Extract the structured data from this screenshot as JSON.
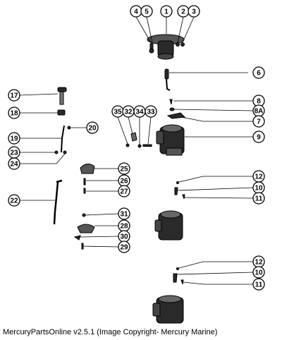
{
  "footer": "MercuryPartsOnline v2.5.1 (Image Copyright- Mercury Marine)",
  "callouts": [
    "4",
    "5",
    "1",
    "2",
    "3",
    "6",
    "17",
    "18",
    "8",
    "8A",
    "35",
    "32",
    "34",
    "33",
    "7",
    "20",
    "9",
    "19",
    "23",
    "24",
    "25",
    "26",
    "27",
    "12",
    "10",
    "22",
    "11",
    "31",
    "28",
    "30",
    "29",
    "12",
    "10",
    "11"
  ],
  "colors": {
    "ink": "#000000",
    "paper": "#ffffff",
    "part_fill": "#2a2a2a"
  }
}
